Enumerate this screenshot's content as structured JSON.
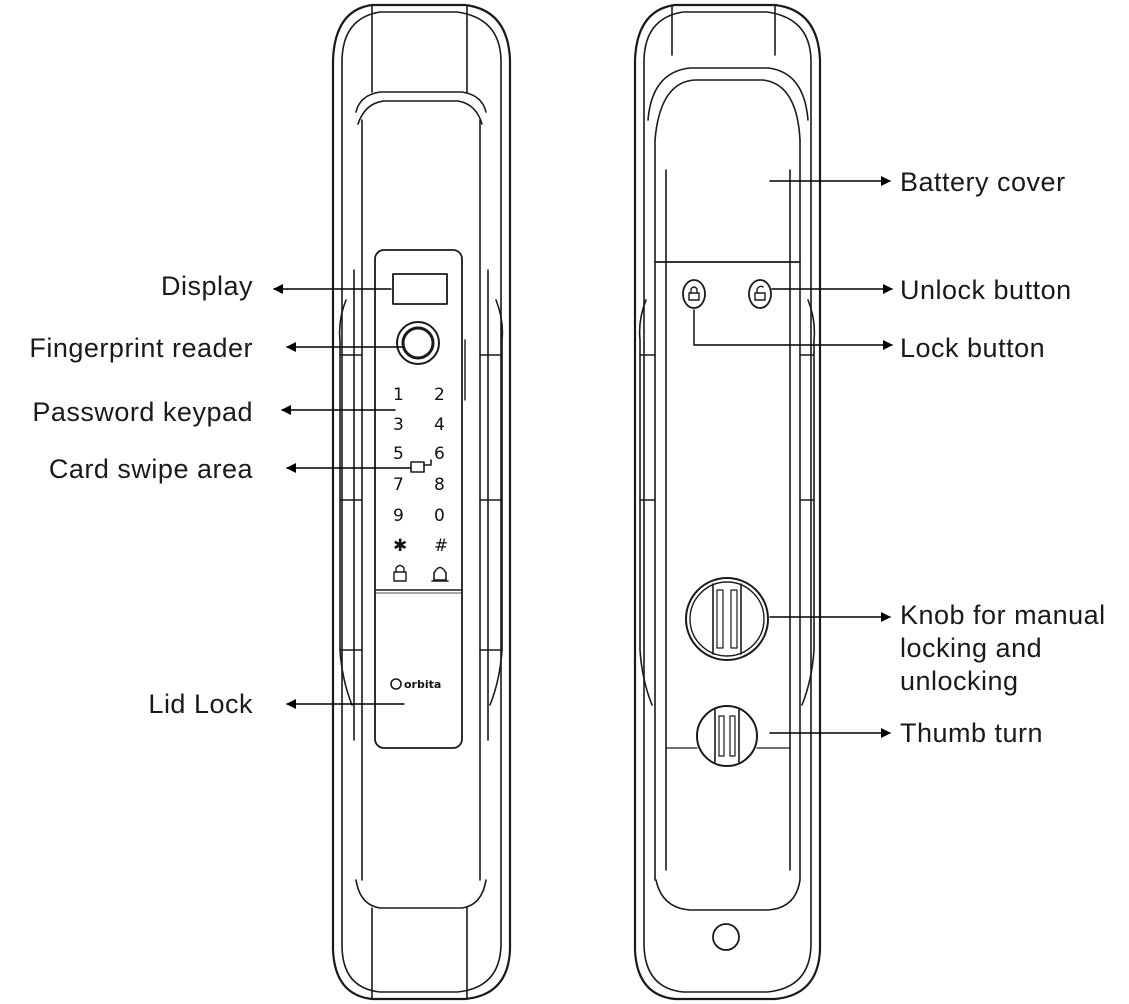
{
  "front_callouts": {
    "display": "Display",
    "fingerprint_reader": "Fingerprint reader",
    "password_keypad": "Password keypad",
    "card_swipe_area": "Card swipe area",
    "lid_lock": "Lid Lock"
  },
  "back_callouts": {
    "battery_cover": "Battery cover",
    "unlock_button": "Unlock button",
    "lock_button": "Lock button",
    "knob_line1": "Knob for manual",
    "knob_line2": "locking and",
    "knob_line3": "unlocking",
    "thumb_turn": "Thumb turn"
  },
  "keypad": {
    "k1": "1",
    "k2": "2",
    "k3": "3",
    "k4": "4",
    "k5": "5",
    "k6": "6",
    "k7": "7",
    "k8": "8",
    "k9": "9",
    "k0": "0",
    "star": "✱",
    "hash": "#"
  },
  "brand": "orbita",
  "colors": {
    "line": "#1a1a1a",
    "background": "#ffffff"
  }
}
